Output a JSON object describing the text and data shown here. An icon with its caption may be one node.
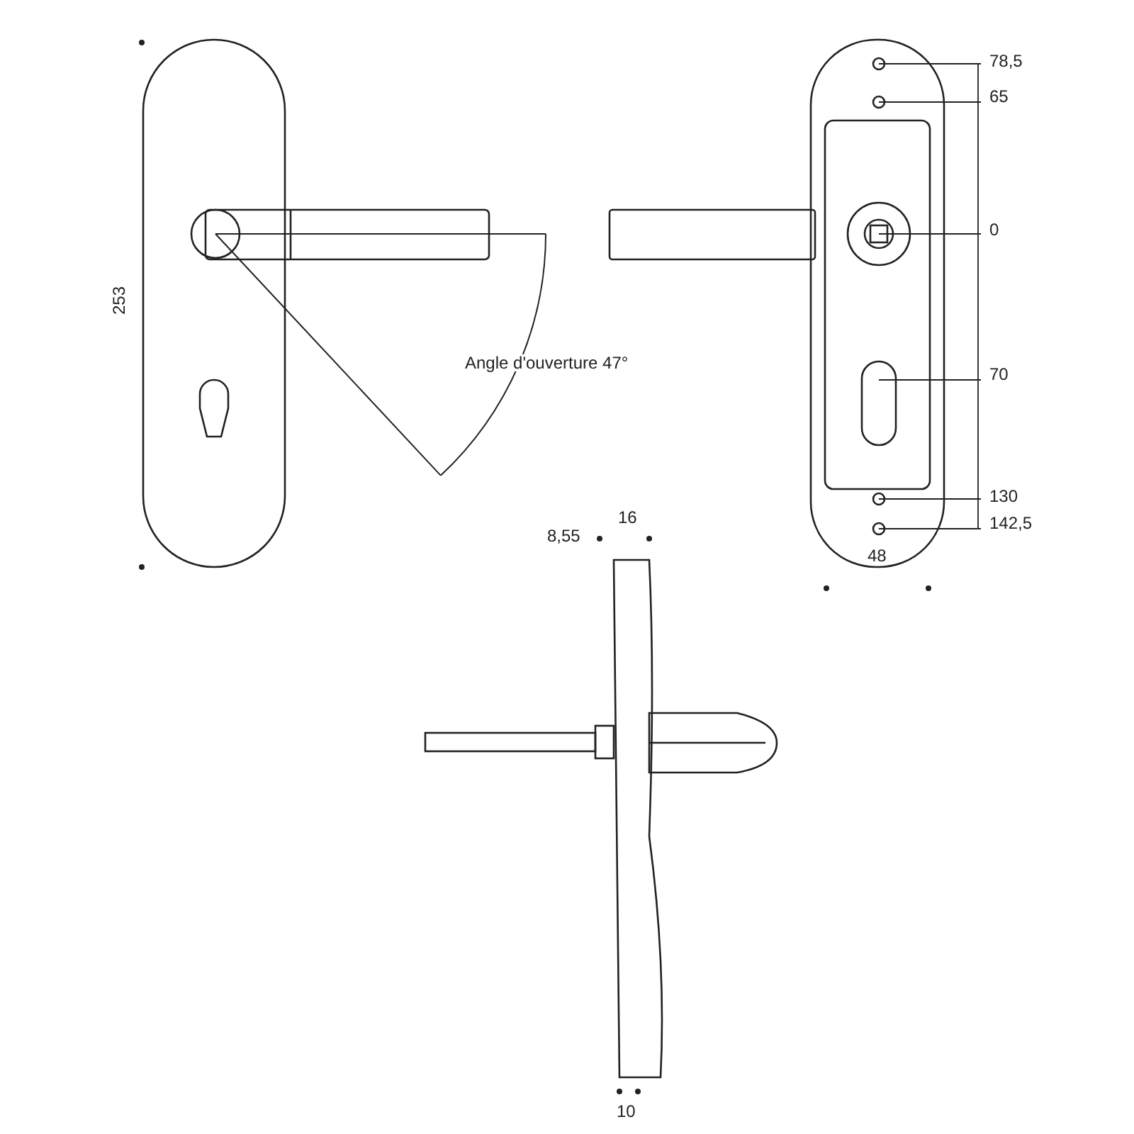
{
  "diagram": {
    "labels": [
      "78,5",
      "65",
      "0",
      "253",
      "Angle d'ouverture 47°",
      "70",
      "130",
      "16",
      "142,5",
      "8,55",
      "48",
      "10"
    ]
  }
}
